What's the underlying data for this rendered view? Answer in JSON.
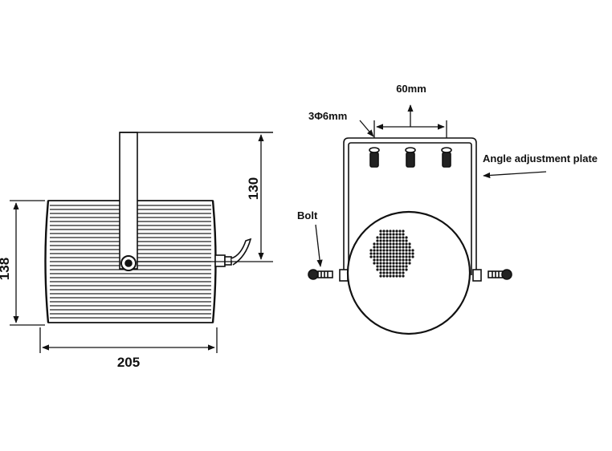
{
  "side_view": {
    "width_dimension": "205",
    "height_dimension": "138",
    "bracket_dimension": "130"
  },
  "front_view": {
    "hole_spacing": "60mm",
    "hole_spec": "3Φ6mm",
    "bolt_label": "Bolt",
    "plate_label": "Angle adjustment plate"
  },
  "colors": {
    "line": "#111111",
    "background": "#ffffff"
  }
}
